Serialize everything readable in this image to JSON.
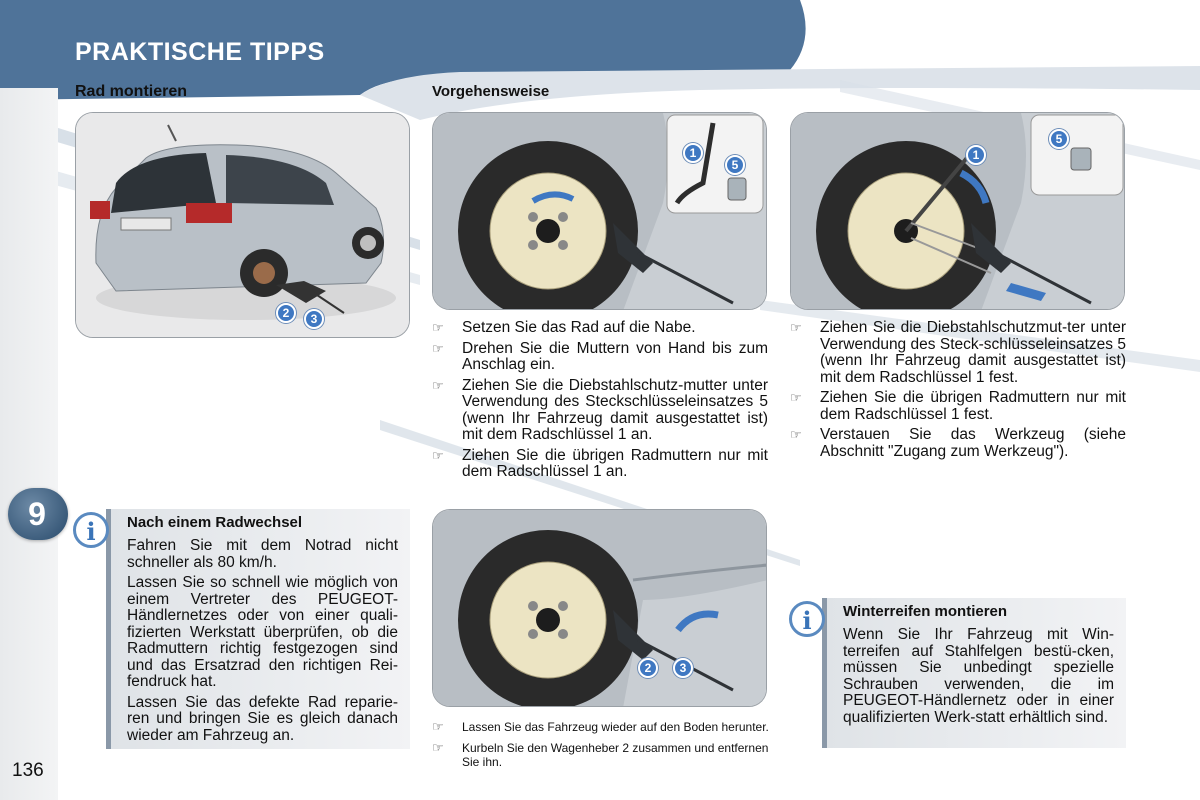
{
  "header": {
    "title": "PRAKTISCHE TIPPS"
  },
  "colors": {
    "header_blue": "#4f7399",
    "accent_blue": "#3f78c2",
    "info_bar": "#8a98a8"
  },
  "left_section": {
    "heading": "Rad montieren"
  },
  "procedure": {
    "heading": "Vorgehensweise"
  },
  "figure1": {
    "badges": [
      "2",
      "3"
    ]
  },
  "figure2": {
    "badges": [
      "1",
      "5"
    ]
  },
  "figure3": {
    "badges": [
      "1",
      "5"
    ]
  },
  "figure4": {
    "badges": [
      "2",
      "3"
    ]
  },
  "steps_a": [
    "Setzen Sie das Rad auf die Nabe.",
    "Drehen Sie die Muttern von Hand bis zum Anschlag ein.",
    "Ziehen Sie die Diebstahlschutz-mutter unter Verwendung des Steckschlüsseleinsatzes 5 (wenn Ihr Fahrzeug damit ausgestattet ist) mit dem Radschlüssel 1 an.",
    "Ziehen Sie die übrigen Radmuttern nur mit dem Radschlüssel 1 an."
  ],
  "steps_b": [
    "Ziehen Sie die Diebstahlschutzmut-ter unter Verwendung des Steck-schlüsseleinsatzes 5 (wenn Ihr Fahrzeug damit ausgestattet ist) mit dem Radschlüssel 1 fest.",
    "Ziehen Sie die übrigen Radmuttern nur mit dem Radschlüssel 1 fest.",
    "Verstauen Sie das Werkzeug (siehe Abschnitt \"Zugang zum Werkzeug\")."
  ],
  "steps_c": [
    "Lassen Sie das Fahrzeug wieder auf den Boden herunter.",
    "Kurbeln Sie den Wagenheber 2 zusammen und entfernen Sie ihn."
  ],
  "chapter": {
    "number": "9"
  },
  "info_left": {
    "title": "Nach einem Radwechsel",
    "paragraphs": [
      "Fahren Sie mit dem Notrad nicht schneller als 80 km/h.",
      "Lassen Sie so schnell wie möglich von einem Vertreter des PEUGEOT-Händlernetzes oder von einer quali-fizierten Werkstatt überprüfen, ob die Radmuttern richtig festgezogen sind und das Ersatzrad den richtigen Rei-fendruck hat.",
      "Lassen Sie das defekte Rad reparie-ren und bringen Sie es gleich danach wieder am Fahrzeug an."
    ]
  },
  "info_right": {
    "title": "Winterreifen montieren",
    "paragraphs": [
      "Wenn Sie Ihr Fahrzeug mit Win-terreifen auf Stahlfelgen bestü-cken, müssen Sie unbedingt spezielle Schrauben verwenden, die im PEUGEOT-Händlernetz oder in einer qualifizierten Werk-statt erhältlich sind."
    ]
  },
  "page_number": "136",
  "icons": {
    "bullet": "pointing-hand-icon",
    "info": "info-icon"
  }
}
